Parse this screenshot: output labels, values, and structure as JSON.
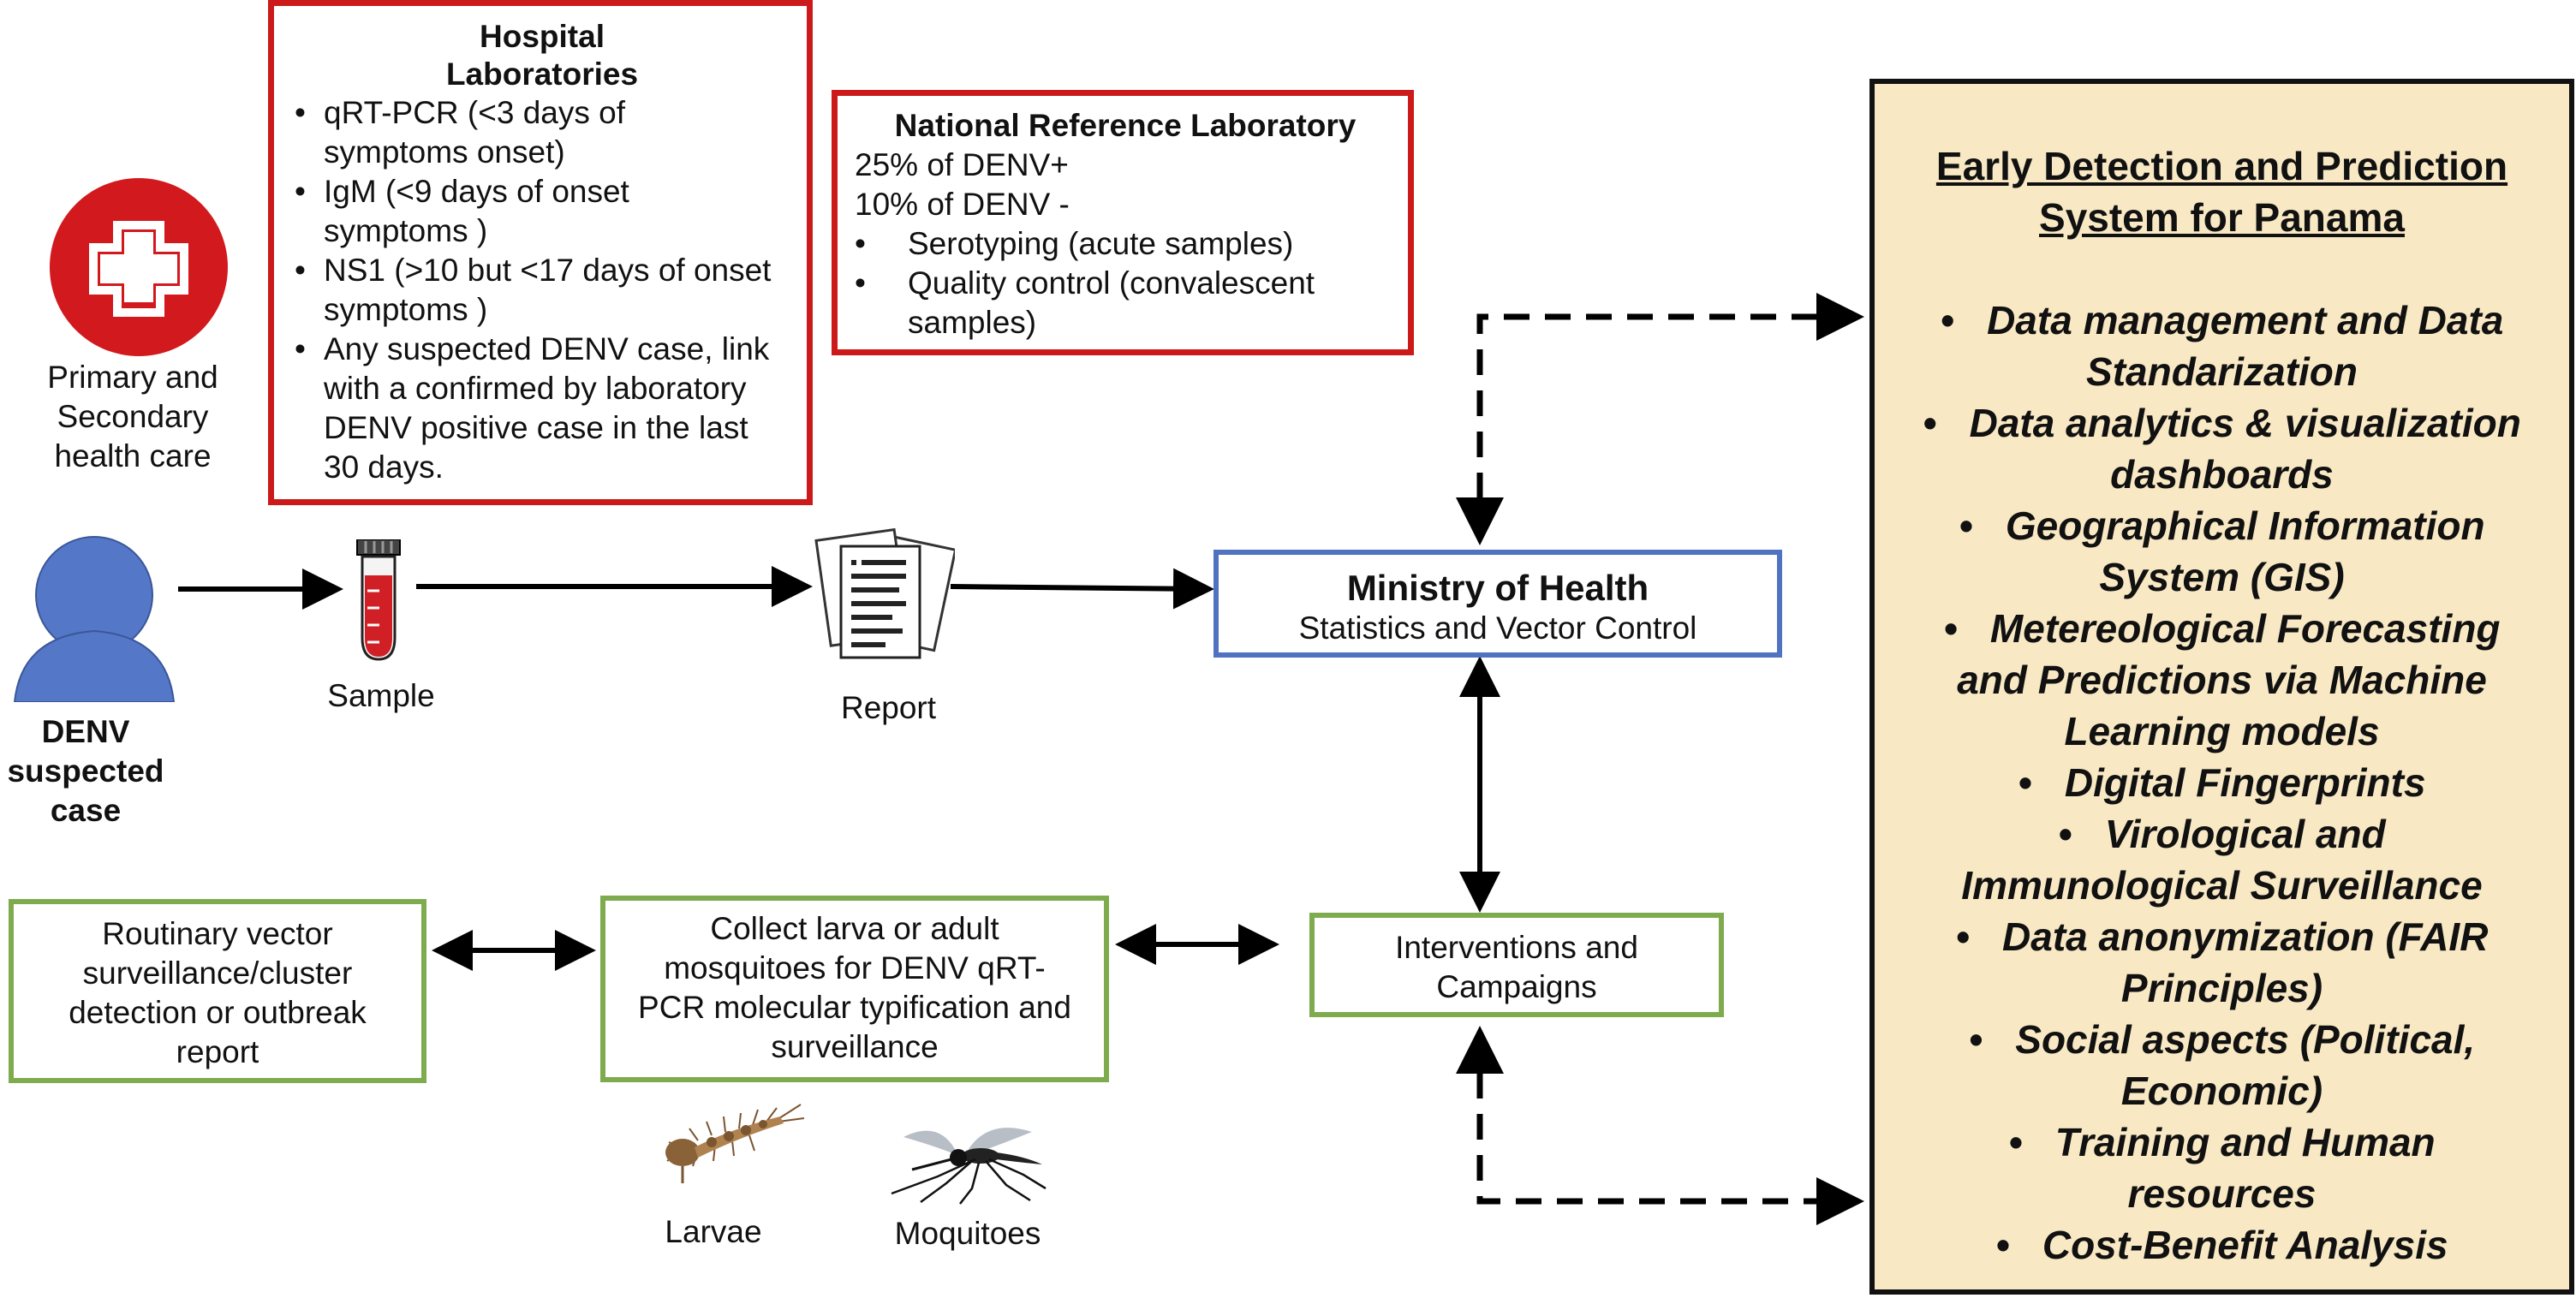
{
  "hospital_lab": {
    "title_line1": "Hospital",
    "title_line2": "Laboratories",
    "items": [
      {
        "line1": "qRT-PCR (<3 days of",
        "line2": "symptoms onset)"
      },
      {
        "line1": "IgM (<9 days of onset",
        "line2": "symptoms )"
      },
      {
        "line1": "NS1 (>10 but <17 days of onset",
        "line2": "symptoms )"
      },
      {
        "line1": "Any suspected DENV case, link",
        "line2": "with a confirmed by laboratory",
        "line3": "DENV positive case in the last",
        "line4": "30 days."
      }
    ]
  },
  "national_lab": {
    "title": "National Reference Laboratory",
    "line1": "25% of DENV+",
    "line2": "10% of DENV -",
    "items": [
      {
        "line1": "Serotyping (acute samples)"
      },
      {
        "line1": "Quality control (convalescent",
        "line2": "samples)"
      }
    ]
  },
  "primary_care": {
    "line1": "Primary and",
    "line2": "Secondary",
    "line3": "health care"
  },
  "patient": {
    "line1": "DENV",
    "line2": "suspected",
    "line3": "case"
  },
  "sample_label": "Sample",
  "report_label": "Report",
  "ministry": {
    "title": "Ministry of Health",
    "subtitle": "Statistics and Vector Control"
  },
  "routinary": {
    "line1": "Routinary vector",
    "line2": "surveillance/cluster",
    "line3": "detection or outbreak",
    "line4": "report"
  },
  "collect": {
    "line1": "Collect larva or adult",
    "line2": "mosquitoes for DENV qRT-",
    "line3": "PCR molecular typification and",
    "line4": "surveillance"
  },
  "interventions": {
    "line1": "Interventions and",
    "line2": "Campaigns"
  },
  "larvae_label": "Larvae",
  "mosquitoes_label": "Moquitoes",
  "edps": {
    "title_line1": "Early Detection and Prediction",
    "title_line2": "System for Panama",
    "items": [
      {
        "line1": "Data management and Data",
        "line2": "Standarization"
      },
      {
        "line1": "Data analytics & visualization",
        "line2": "dashboards"
      },
      {
        "line1": "Geographical Information",
        "line2": "System (GIS)"
      },
      {
        "line1": "Metereological Forecasting",
        "line2": "and Predictions via Machine",
        "line3": "Learning models"
      },
      {
        "line1": "Digital Fingerprints"
      },
      {
        "line1": "Virological and",
        "line2": "Immunological Surveillance"
      },
      {
        "line1": "Data anonymization (FAIR",
        "line2": "Principles)"
      },
      {
        "line1": "Social aspects (Political,",
        "line2": "Economic)"
      },
      {
        "line1": "Training and Human",
        "line2": "resources"
      },
      {
        "line1": "Cost-Benefit Analysis"
      }
    ]
  },
  "colors": {
    "red_border": "#cc1a1a",
    "blue_border": "#4f72c1",
    "green_border": "#7fab4f",
    "edps_fill": "#f8e8c4",
    "person_fill": "#5577c7",
    "hospital_red": "#d2191e"
  },
  "icons": [
    "hospital-cross-icon",
    "person-icon",
    "test-tube-icon",
    "report-documents-icon",
    "larva-icon",
    "mosquito-icon"
  ]
}
